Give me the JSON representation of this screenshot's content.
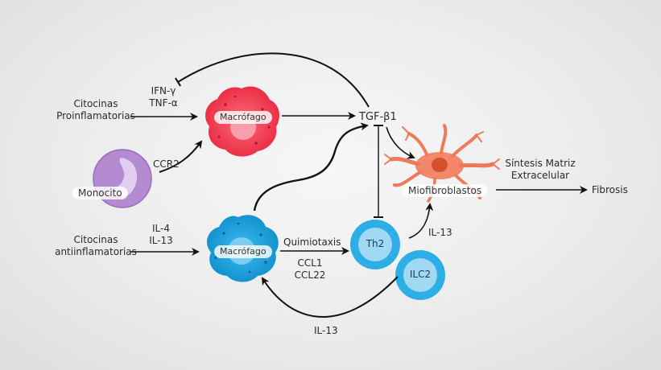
{
  "labels": {
    "cit_proinf_1": "Citocinas",
    "cit_proinf_2": "Proinflamatorias",
    "ifn": "IFN-γ",
    "tnf": "TNF-α",
    "macro_red": "Macrófago",
    "macro_blue": "Macrófago",
    "ccr2": "CCR2",
    "monocito": "Monocito",
    "tgf": "TGF-β1",
    "miofibro": "Miofibroblastos",
    "sintesis_1": "Síntesis Matriz",
    "sintesis_2": "Extracelular",
    "fibrosis": "Fibrosis",
    "cit_anti_1": "Citocinas",
    "cit_anti_2": "antiinflamatorias",
    "il4": "IL-4",
    "il13_top": "IL-13",
    "quimio": "Quimiotaxis",
    "ccl1": "CCL1",
    "ccl22": "CCL22",
    "th2": "Th2",
    "ilc2": "ILC2",
    "il13_right": "IL-13",
    "il13_bottom": "IL-13"
  },
  "colors": {
    "macro_red": "#f0344a",
    "macro_blue": "#1aa3dd",
    "monocyte": "#b48ad0",
    "th2": "#2eaee6",
    "fibroblast": "#f2876a",
    "arrow": "#111111"
  }
}
